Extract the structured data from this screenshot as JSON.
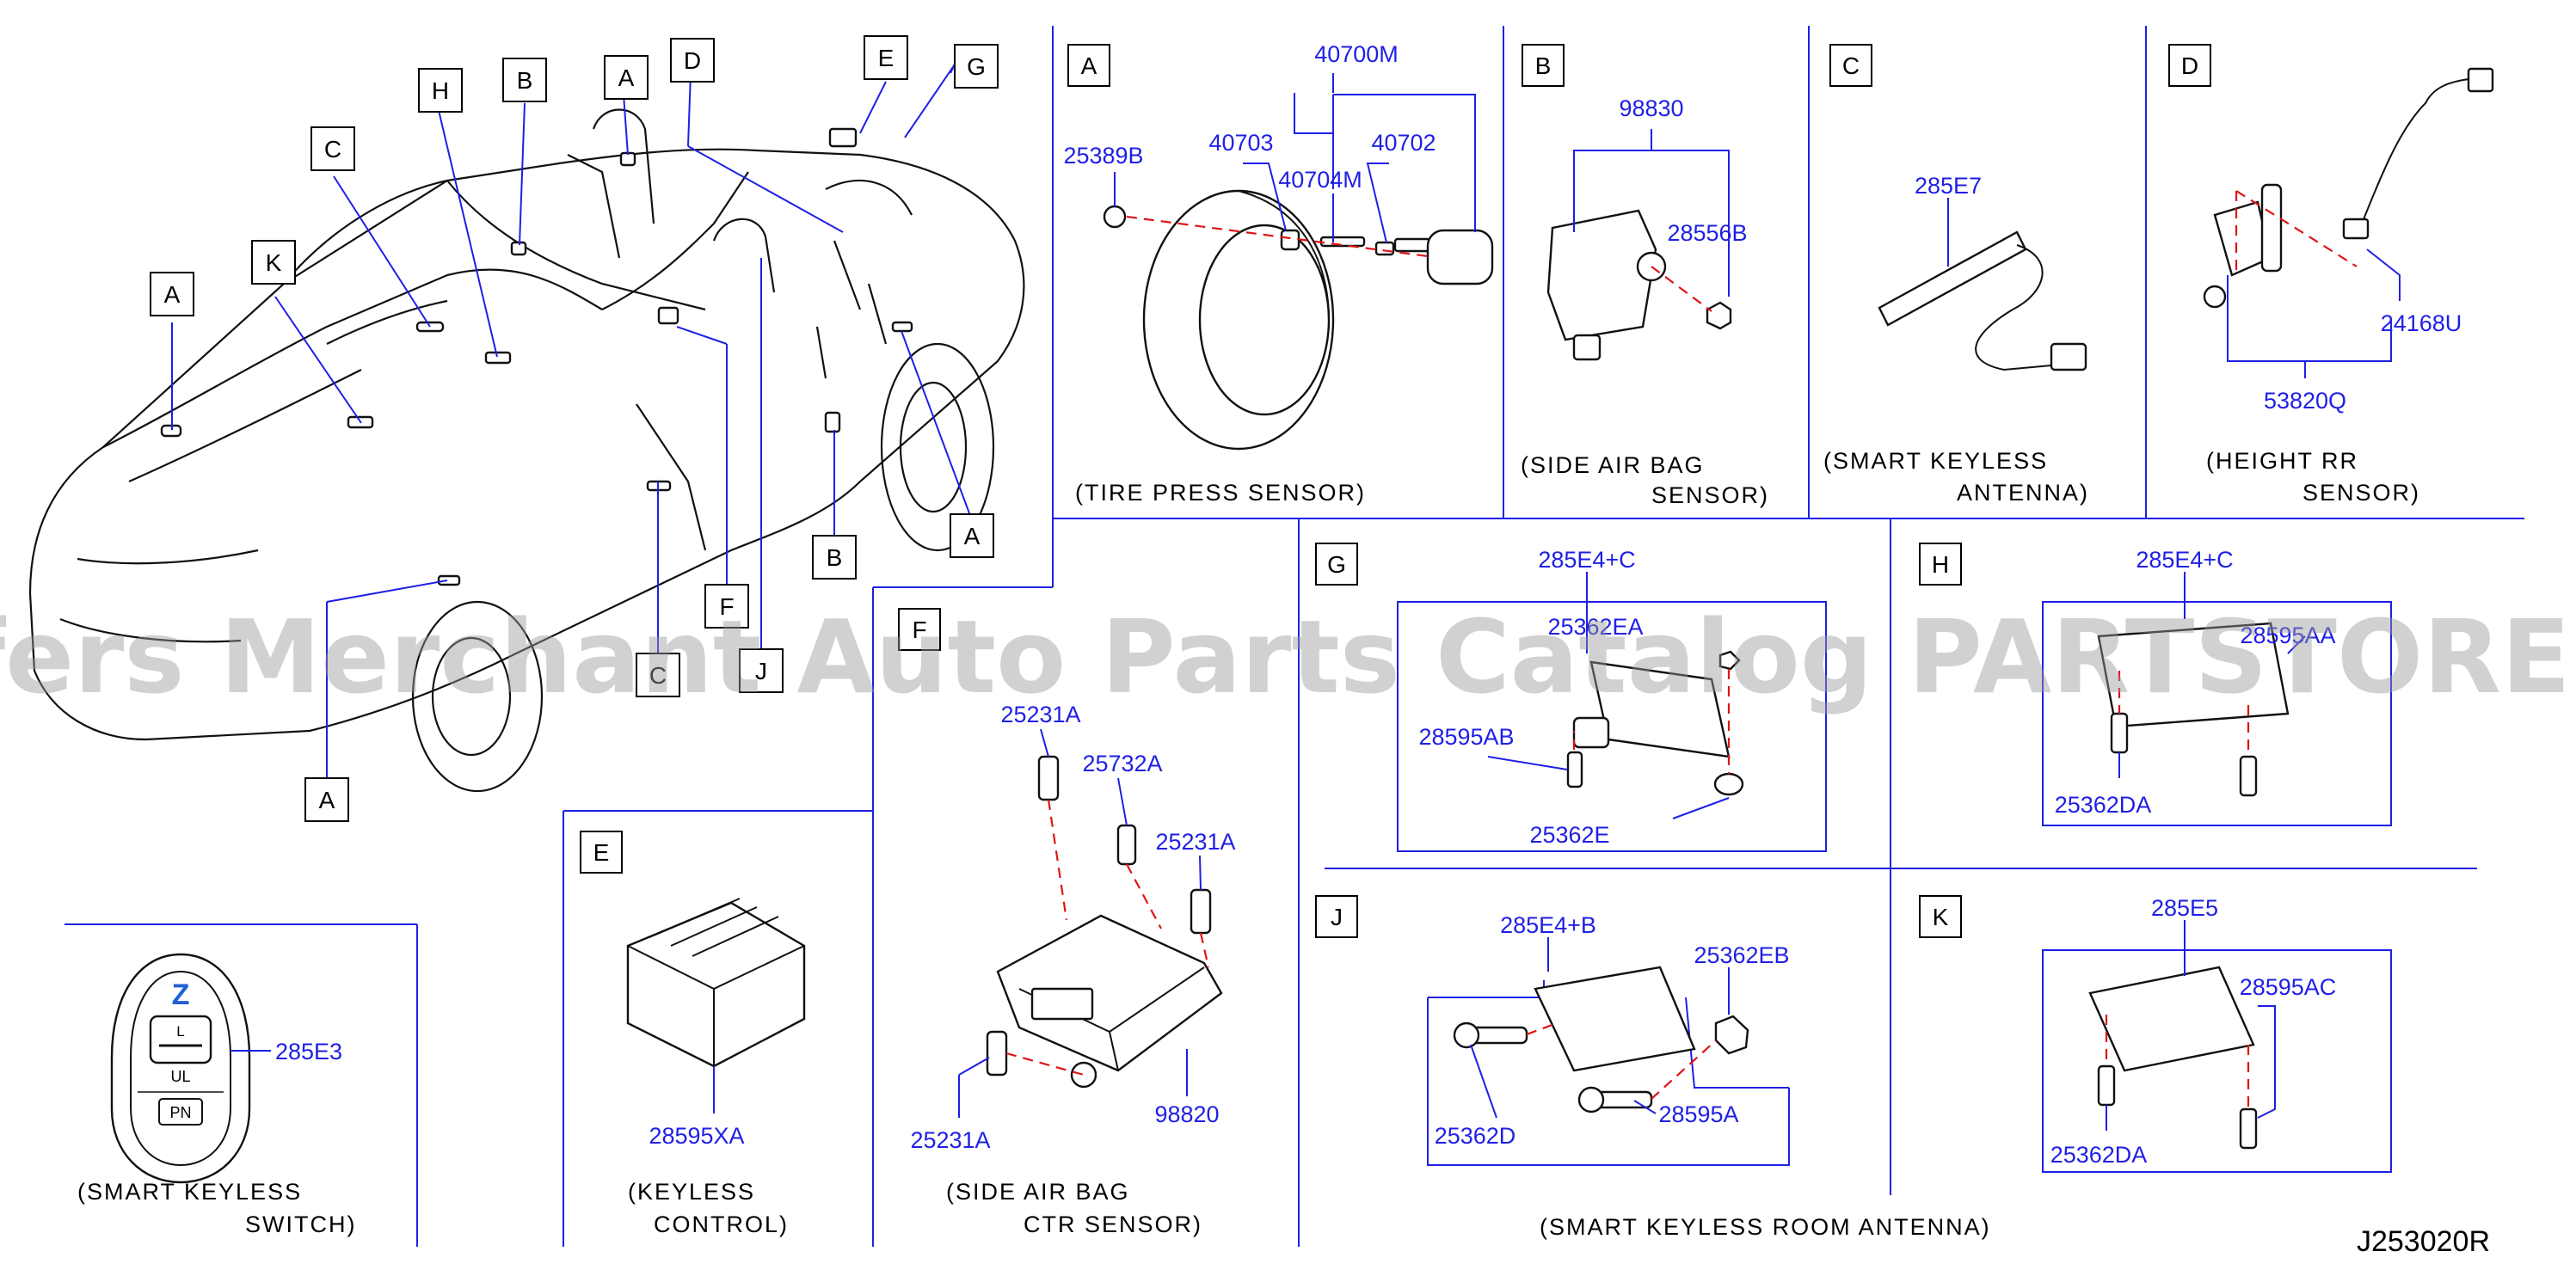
{
  "car_callouts": [
    "A",
    "B",
    "C",
    "D",
    "E",
    "F",
    "G",
    "H",
    "J",
    "K"
  ],
  "panels": {
    "A": {
      "letter": "A",
      "parts": [
        "40700M",
        "25389B",
        "40703",
        "40704M",
        "40702"
      ],
      "caption": [
        "(TIRE PRESS SENSOR)"
      ]
    },
    "B": {
      "letter": "B",
      "parts": [
        "98830",
        "28556B"
      ],
      "caption": [
        "(SIDE AIR BAG",
        "SENSOR)"
      ]
    },
    "C": {
      "letter": "C",
      "parts": [
        "285E7"
      ],
      "caption": [
        "(SMART KEYLESS",
        "ANTENNA)"
      ]
    },
    "D": {
      "letter": "D",
      "parts": [
        "24168U",
        "53820Q"
      ],
      "caption": [
        "(HEIGHT RR",
        "SENSOR)"
      ]
    },
    "G": {
      "letter": "G",
      "parts": [
        "285E4+C",
        "25362EA",
        "28595AB",
        "25362E"
      ]
    },
    "H": {
      "letter": "H",
      "parts": [
        "285E4+C",
        "28595AA",
        "25362DA"
      ]
    },
    "F": {
      "letter": "F",
      "parts": [
        "25231A",
        "25732A",
        "25231A",
        "98820",
        "25231A"
      ],
      "caption": [
        "(SIDE AIR BAG",
        "CTR SENSOR)"
      ]
    },
    "E": {
      "letter": "E",
      "parts": [
        "28595XA"
      ],
      "caption": [
        "(KEYLESS",
        "CONTROL)"
      ]
    },
    "J": {
      "letter": "J",
      "parts": [
        "285E4+B",
        "25362EB",
        "25362D",
        "28595A"
      ]
    },
    "K": {
      "letter": "K",
      "parts": [
        "285E5",
        "28595AC",
        "25362DA"
      ]
    },
    "switch": {
      "parts": [
        "285E3"
      ],
      "key_labels": [
        "L",
        "UL",
        "PN"
      ],
      "caption": [
        "(SMART KEYLESS",
        "SWITCH)"
      ]
    }
  },
  "room_antenna_caption": "(SMART KEYLESS ROOM ANTENNA)",
  "diagram_id": "J253020R",
  "watermark": "Offers Merchant Auto Parts Catalog PARTSTORE.SA",
  "colors": {
    "part_number": "#1f1fe6",
    "dashed_leader": "#e01414",
    "watermark": "#9a9a9a"
  }
}
